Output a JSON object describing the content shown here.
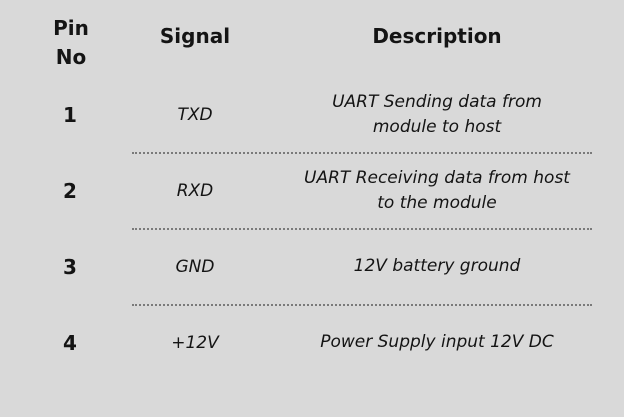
{
  "page": {
    "background": "#d9d9d9",
    "text_color": "#141414",
    "divider_color": "#7a7a7a"
  },
  "table": {
    "headers": {
      "pin_no": "Pin\nNo",
      "signal": "Signal",
      "description": "Description"
    },
    "rows": [
      {
        "pin": "1",
        "signal": "TXD",
        "description": "UART Sending data from module to host"
      },
      {
        "pin": "2",
        "signal": "RXD",
        "description": "UART Receiving data from host to the module"
      },
      {
        "pin": "3",
        "signal": "GND",
        "description": "12V battery ground"
      },
      {
        "pin": "4",
        "signal": "+12V",
        "description": "Power Supply input 12V DC"
      }
    ]
  }
}
